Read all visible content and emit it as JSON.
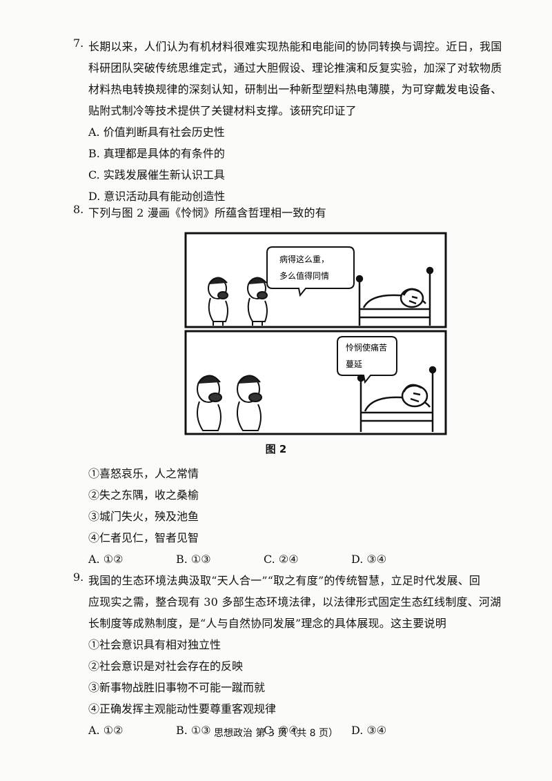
{
  "q7": {
    "number": "7.",
    "lines": [
      "长期以来，人们认为有机材料很难实现热能和电能间的协同转换与调控。近日，我国",
      "科研团队突破传统思维定式，通过大胆假设、理论推演和反复实验，加深了对软物质",
      "材料热电转换规律的深刻认知，研制出一种新型塑料热电薄膜，为可穿戴发电设备、",
      "贴附式制冷等技术提供了关键材料支撑。该研究印证了"
    ],
    "options": [
      "A. 价值判断具有社会历史性",
      "B. 真理都是具体的有条件的",
      "C. 实践发展催生新认识工具",
      "D. 意识活动具有能动创造性"
    ]
  },
  "q8": {
    "number": "8.",
    "stem": "下列与图 2 漫画《怜悯》所蕴含哲理相一致的有",
    "figure": {
      "panel1_bubble": [
        "病得这么重，",
        "多么值得同情"
      ],
      "panel2_bubble": [
        "怜悯使痛苦",
        "蔓延"
      ],
      "caption": "图 2"
    },
    "items": [
      "①喜怒哀乐，人之常情",
      "②失之东隅，收之桑榆",
      "③城门失火，殃及池鱼",
      "④仁者见仁，智者见智"
    ],
    "choices": [
      "A. ①②",
      "B. ①③",
      "C. ②④",
      "D. ③④"
    ]
  },
  "q9": {
    "number": "9.",
    "lines": [
      "我国的生态环境法典汲取“天人合一”“取之有度”的传统智慧，立足时代发展、回",
      "应现实之需，整合现有 30 多部生态环境法律，以法律形式固定生态红线制度、河湖",
      "长制度等成熟制度，是“人与自然协同发展”理念的具体展现。这主要说明"
    ],
    "items": [
      "①社会意识具有相对独立性",
      "②社会意识是对社会存在的反映",
      "③新事物战胜旧事物不可能一蹴而就",
      "④正确发挥主观能动性要尊重客观规律"
    ],
    "choices": [
      "A. ①②",
      "B. ①③",
      "C. ②④",
      "D. ③④"
    ]
  },
  "footer": "思想政治 第 3 页（共 8 页）"
}
